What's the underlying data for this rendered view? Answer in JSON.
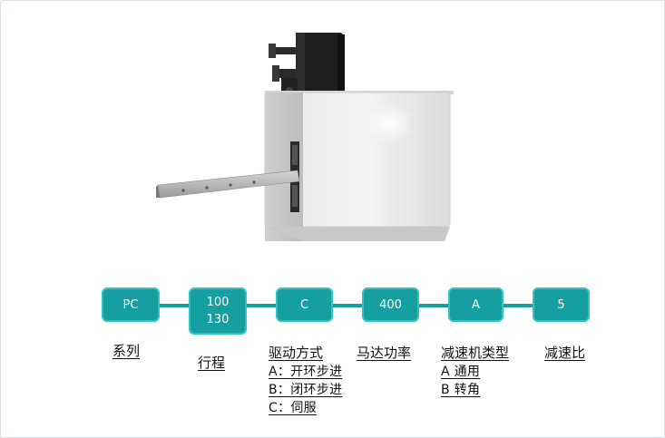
{
  "codes": [
    {
      "lines": [
        "PC"
      ]
    },
    {
      "lines": [
        "100",
        "130"
      ]
    },
    {
      "lines": [
        "C"
      ]
    },
    {
      "lines": [
        "400"
      ]
    },
    {
      "lines": [
        "A"
      ]
    },
    {
      "lines": [
        "5"
      ]
    }
  ],
  "labels": {
    "series": "系列",
    "stroke": "行程",
    "drive_mode": "驱动方式",
    "motor_power": "马达功率",
    "reducer_type": "减速机类型",
    "reduction_ratio": "减速比"
  },
  "drive_options": [
    "A：开环步进",
    "B：闭环步进",
    "C：伺服"
  ],
  "reducer_options": [
    "A 通用",
    "B 转角"
  ],
  "colors": {
    "box_fill": "#169fa0",
    "box_border": "#37c2c1"
  }
}
